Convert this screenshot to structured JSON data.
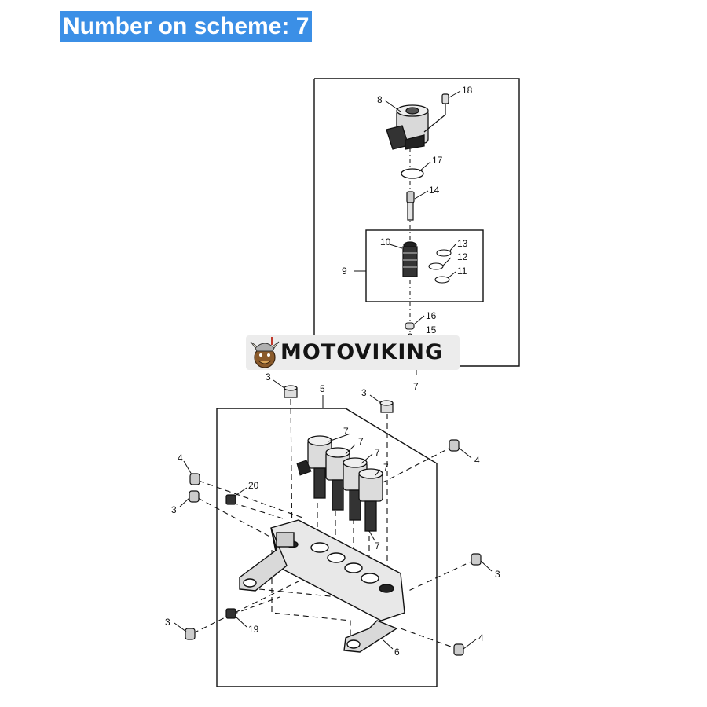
{
  "heading": "Number on scheme: 7",
  "watermark": "MOTOVIKING",
  "callouts": {
    "c1": "8",
    "c2": "18",
    "c3": "17",
    "c4": "14",
    "c5": "10",
    "c6": "13",
    "c7": "12",
    "c8": "11",
    "c9": "9",
    "c10": "16",
    "c11": "15",
    "c12": "7",
    "c13": "3",
    "c14": "5",
    "c15": "3",
    "c16": "7",
    "c17": "7",
    "c18": "7",
    "c19": "7",
    "c20": "4",
    "c21": "4",
    "c22": "20",
    "c23": "3",
    "c24": "7",
    "c25": "3",
    "c26": "3",
    "c27": "19",
    "c28": "6",
    "c29": "4"
  },
  "colors": {
    "heading_bg": "#3b8fe6",
    "heading_text": "#ffffff"
  }
}
